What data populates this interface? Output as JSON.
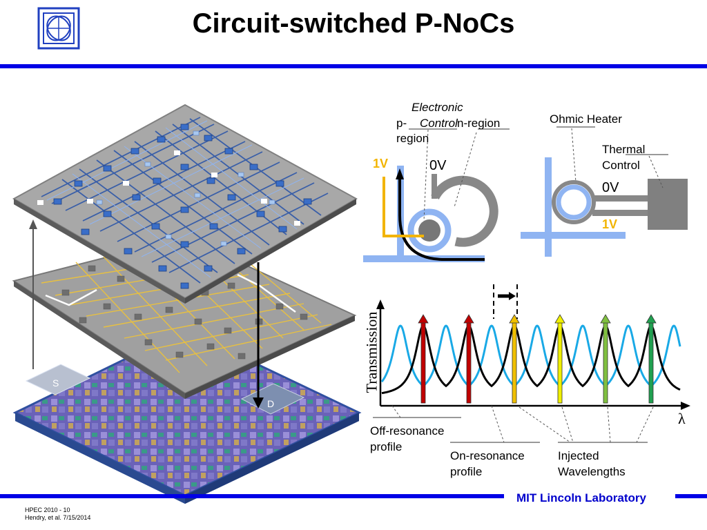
{
  "slide": {
    "title": "Circuit-switched P-NoCs",
    "footer": {
      "brand": "MIT Lincoln Laboratory",
      "line1": "HPEC 2010 - 10",
      "line2": "Hendry, et al. 7/15/2014"
    }
  },
  "stack": {
    "source_label": "S",
    "dest_label": "D"
  },
  "electronic_control": {
    "title": "Electronic Control",
    "title_line1": "Electronic",
    "title_line2": "Control",
    "p_region_line1": "p-",
    "p_region_line2": "region",
    "n_region": "n-region",
    "voltage_high": "1V",
    "voltage_low": "0V"
  },
  "thermal_control": {
    "heater": "Ohmic Heater",
    "title_line1": "Thermal",
    "title_line2": "Control",
    "voltage_low": "0V",
    "voltage_high": "1V"
  },
  "spectrum": {
    "y_axis": "Transmission",
    "x_axis": "λ",
    "off_resonance_line1": "Off-resonance",
    "off_resonance_line2": "profile",
    "on_resonance_line1": "On-resonance",
    "on_resonance_line2": "profile",
    "injected_line1": "Injected",
    "injected_line2": "Wavelengths"
  },
  "colors": {
    "accent_blue": "#0000e6",
    "waveguide": "#8fb4f2",
    "off_curve": "#19a9e6",
    "voltage": "#f2b400",
    "wavelengths": [
      "#c00000",
      "#c00000",
      "#f0c000",
      "#f0f000",
      "#80c040",
      "#20a050"
    ]
  }
}
